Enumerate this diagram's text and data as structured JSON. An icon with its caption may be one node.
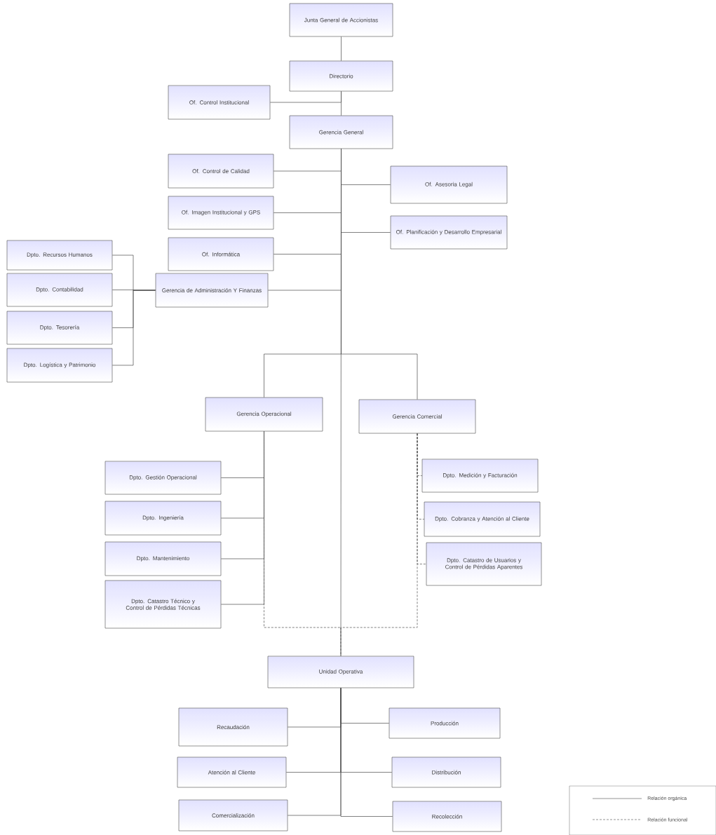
{
  "diagram": {
    "nodes": [
      {
        "text": [
          "Junta General de Accionistas"
        ]
      },
      {
        "text": [
          "Directorio"
        ]
      },
      {
        "text": [
          "Of. Control Institucional"
        ]
      },
      {
        "text": [
          "Gerencia General"
        ]
      },
      {
        "text": [
          "Of. Control de Calidad"
        ]
      },
      {
        "text": [
          "Of. Asesoria Legal"
        ]
      },
      {
        "text": [
          "Of. Imagen Institucional y GPS"
        ]
      },
      {
        "text": [
          "Of. Planificación y Desarrollo Empresarial"
        ]
      },
      {
        "text": [
          "Of. Informática"
        ]
      },
      {
        "text": [
          "Dpto. Recursos Humanos"
        ]
      },
      {
        "text": [
          "Dpto. Contabilidad"
        ]
      },
      {
        "text": [
          "Gerencia de Administración Y Finanzas"
        ]
      },
      {
        "text": [
          "Dpto. Tesorería"
        ]
      },
      {
        "text": [
          "Dpto. Logística y Patrimonio"
        ]
      },
      {
        "text": [
          "Gerencia Operacional"
        ]
      },
      {
        "text": [
          "Gerencia Comercial"
        ]
      },
      {
        "text": [
          "Dpto. Gestión Operacional"
        ]
      },
      {
        "text": [
          "Dpto. Medición y Facturación"
        ]
      },
      {
        "text": [
          "Dpto. Ingeniería"
        ]
      },
      {
        "text": [
          "Dpto. Cobranza y Atención al Cliente"
        ]
      },
      {
        "text": [
          "Dpto. Mantenimiento"
        ]
      },
      {
        "text": [
          "Dpto. Catastro de Usuarios y Control de Pérdidas Aparentes"
        ]
      },
      {
        "text": [
          "Dpto. Catastro Técnico y Control de Pérdidas Técnicas"
        ]
      },
      {
        "text": [
          "Unidad Operativa"
        ]
      },
      {
        "text": [
          "Recaudación"
        ]
      },
      {
        "text": [
          "Producción"
        ]
      },
      {
        "text": [
          "Atención al Cliente"
        ]
      },
      {
        "text": [
          "Distribución"
        ]
      },
      {
        "text": [
          "Comercialización"
        ]
      },
      {
        "text": [
          "Recolección"
        ]
      }
    ],
    "edges": [
      {
        "from": 0,
        "to": 1,
        "arrow": "none"
      },
      {
        "from": 1,
        "to": 2,
        "arrow": "none"
      },
      {
        "from": 1,
        "to": 3,
        "arrow": "none"
      },
      {
        "from": 3,
        "to": 4,
        "arrow": "none"
      },
      {
        "from": 3,
        "to": 5,
        "arrow": "none"
      },
      {
        "from": 3,
        "to": 6,
        "arrow": "none"
      },
      {
        "from": 3,
        "to": 7,
        "arrow": "none"
      },
      {
        "from": 3,
        "to": 8,
        "arrow": "none"
      },
      {
        "from": 3,
        "to": 11,
        "arrow": "none"
      },
      {
        "from": 11,
        "to": 9,
        "arrow": "none"
      },
      {
        "from": 11,
        "to": 10,
        "arrow": "none"
      },
      {
        "from": 11,
        "to": 12,
        "arrow": "none"
      },
      {
        "from": 11,
        "to": 13,
        "arrow": "none"
      },
      {
        "from": 3,
        "to": 14,
        "arrow": "none"
      },
      {
        "from": 3,
        "to": 15,
        "arrow": "none"
      },
      {
        "from": 14,
        "to": 16,
        "arrow": "none"
      },
      {
        "from": 14,
        "to": 18,
        "arrow": "none"
      },
      {
        "from": 14,
        "to": 20,
        "arrow": "none"
      },
      {
        "from": 14,
        "to": 22,
        "arrow": "none"
      },
      {
        "from": 15,
        "to": 17,
        "arrow": "none",
        "style": "dashed"
      },
      {
        "from": 15,
        "to": 19,
        "arrow": "none",
        "style": "dashed"
      },
      {
        "from": 15,
        "to": 21,
        "arrow": "none",
        "style": "dashed"
      },
      {
        "from": 3,
        "to": 23,
        "arrow": "none"
      },
      {
        "from": 14,
        "to": 23,
        "arrow": "none",
        "style": "dashed"
      },
      {
        "from": 15,
        "to": 23,
        "arrow": "none",
        "style": "dashed"
      },
      {
        "from": 23,
        "to": 24,
        "arrow": "none"
      },
      {
        "from": 23,
        "to": 25,
        "arrow": "none"
      },
      {
        "from": 23,
        "to": 26,
        "arrow": "none"
      },
      {
        "from": 23,
        "to": 27,
        "arrow": "none"
      },
      {
        "from": 23,
        "to": 28,
        "arrow": "none"
      },
      {
        "from": 23,
        "to": 29,
        "arrow": "none"
      }
    ],
    "legend": [
      {
        "text": "Relación orgánica"
      },
      {
        "text": "Relación funcional"
      }
    ]
  }
}
